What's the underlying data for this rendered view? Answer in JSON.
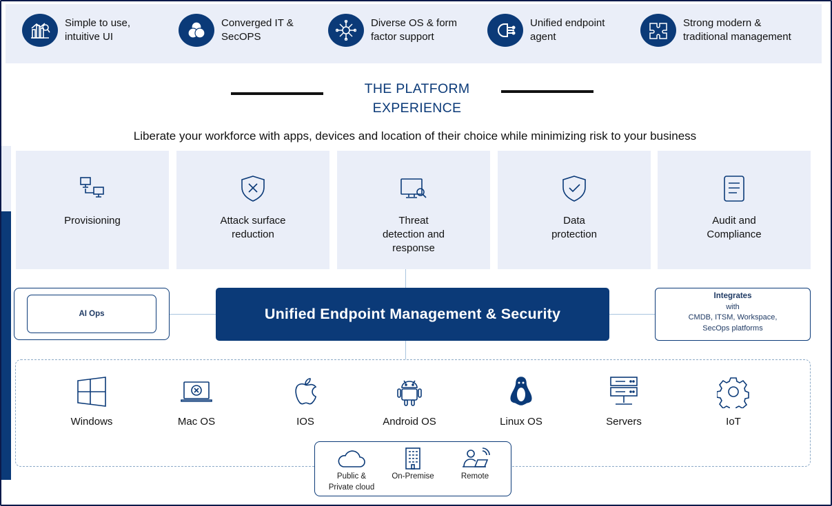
{
  "features": [
    {
      "label": "Simple to use,\nintuitive UI",
      "icon": "analytics-icon"
    },
    {
      "label": "Converged IT &\nSecOPS",
      "icon": "converged-circles-icon"
    },
    {
      "label": "Diverse OS & form\nfactor support",
      "icon": "network-hub-icon"
    },
    {
      "label": "Unified endpoint\nagent",
      "icon": "agent-connector-icon"
    },
    {
      "label": "Strong modern &\ntraditional management",
      "icon": "puzzle-icon"
    }
  ],
  "title": "THE PLATFORM\nEXPERIENCE",
  "subtitle": "Liberate your workforce with apps, devices and location of their choice while minimizing risk to your business",
  "capabilities": [
    {
      "label": "Provisioning",
      "icon": "provisioning-icon"
    },
    {
      "label": "Attack surface\nreduction",
      "icon": "shield-x-icon"
    },
    {
      "label": "Threat\ndetection and\nresponse",
      "icon": "monitor-search-icon"
    },
    {
      "label": "Data\nprotection",
      "icon": "shield-check-icon"
    },
    {
      "label": "Audit and\nCompliance",
      "icon": "document-icon"
    }
  ],
  "ai_ops": "AI Ops",
  "uem": "Unified Endpoint Management & Security",
  "integrates": {
    "heading": "Integrates",
    "line1": "with",
    "line2": "CMDB, ITSM, Workspace,",
    "line3": "SecOps platforms"
  },
  "platforms": [
    {
      "label": "Windows",
      "icon": "windows-icon"
    },
    {
      "label": "Mac OS",
      "icon": "laptop-icon"
    },
    {
      "label": "IOS",
      "icon": "apple-icon"
    },
    {
      "label": "Android OS",
      "icon": "android-icon"
    },
    {
      "label": "Linux OS",
      "icon": "linux-penguin-icon"
    },
    {
      "label": "Servers",
      "icon": "server-icon"
    },
    {
      "label": "IoT",
      "icon": "gear-icon"
    }
  ],
  "deployment": [
    {
      "label": "Public &\nPrivate cloud",
      "icon": "cloud-icon"
    },
    {
      "label": "On-Premise",
      "icon": "building-icon"
    },
    {
      "label": "Remote",
      "icon": "remote-worker-icon"
    }
  ],
  "colors": {
    "navy": "#0b3a78",
    "panel": "#eaeef8",
    "connector": "#a9c4df"
  }
}
